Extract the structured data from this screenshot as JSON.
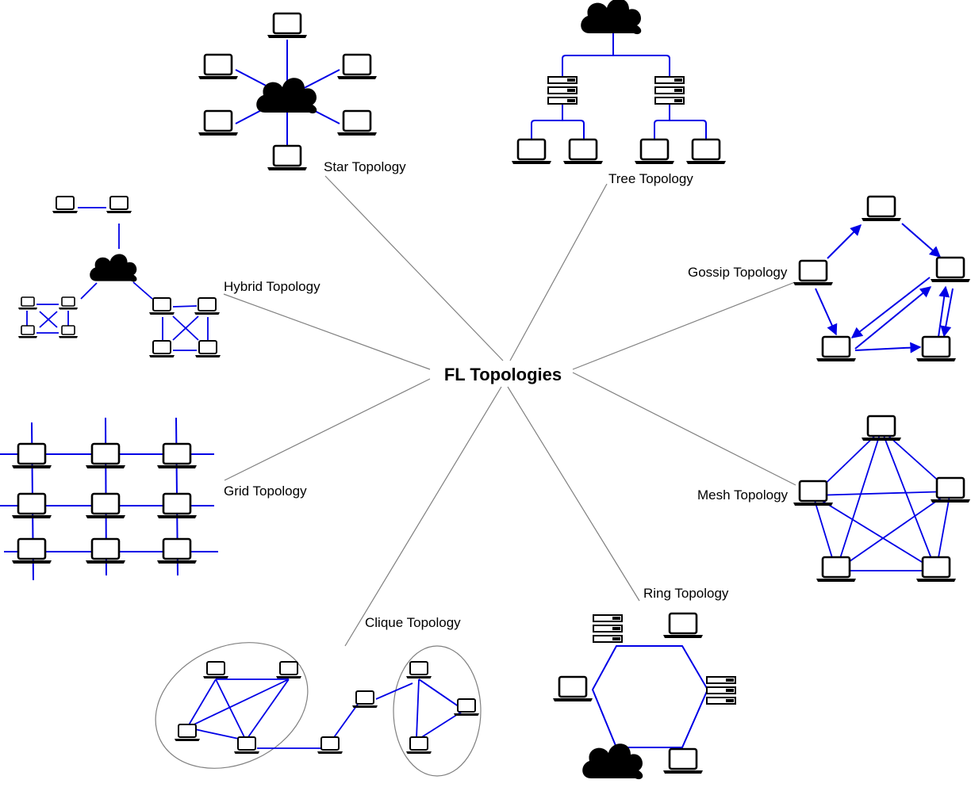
{
  "diagram": {
    "center_label": "FL Topologies",
    "topologies": {
      "star": "Star Topology",
      "tree": "Tree Topology",
      "gossip": "Gossip Topology",
      "mesh": "Mesh Topology",
      "ring": "Ring Topology",
      "clique": "Clique Topology",
      "grid": "Grid Topology",
      "hybrid": "Hybrid Topology"
    },
    "icons": [
      "laptop-icon",
      "cloud-icon",
      "server-icon"
    ],
    "colors": {
      "link": "#0000e6",
      "spoke": "#808080",
      "icon": "#000000"
    }
  }
}
